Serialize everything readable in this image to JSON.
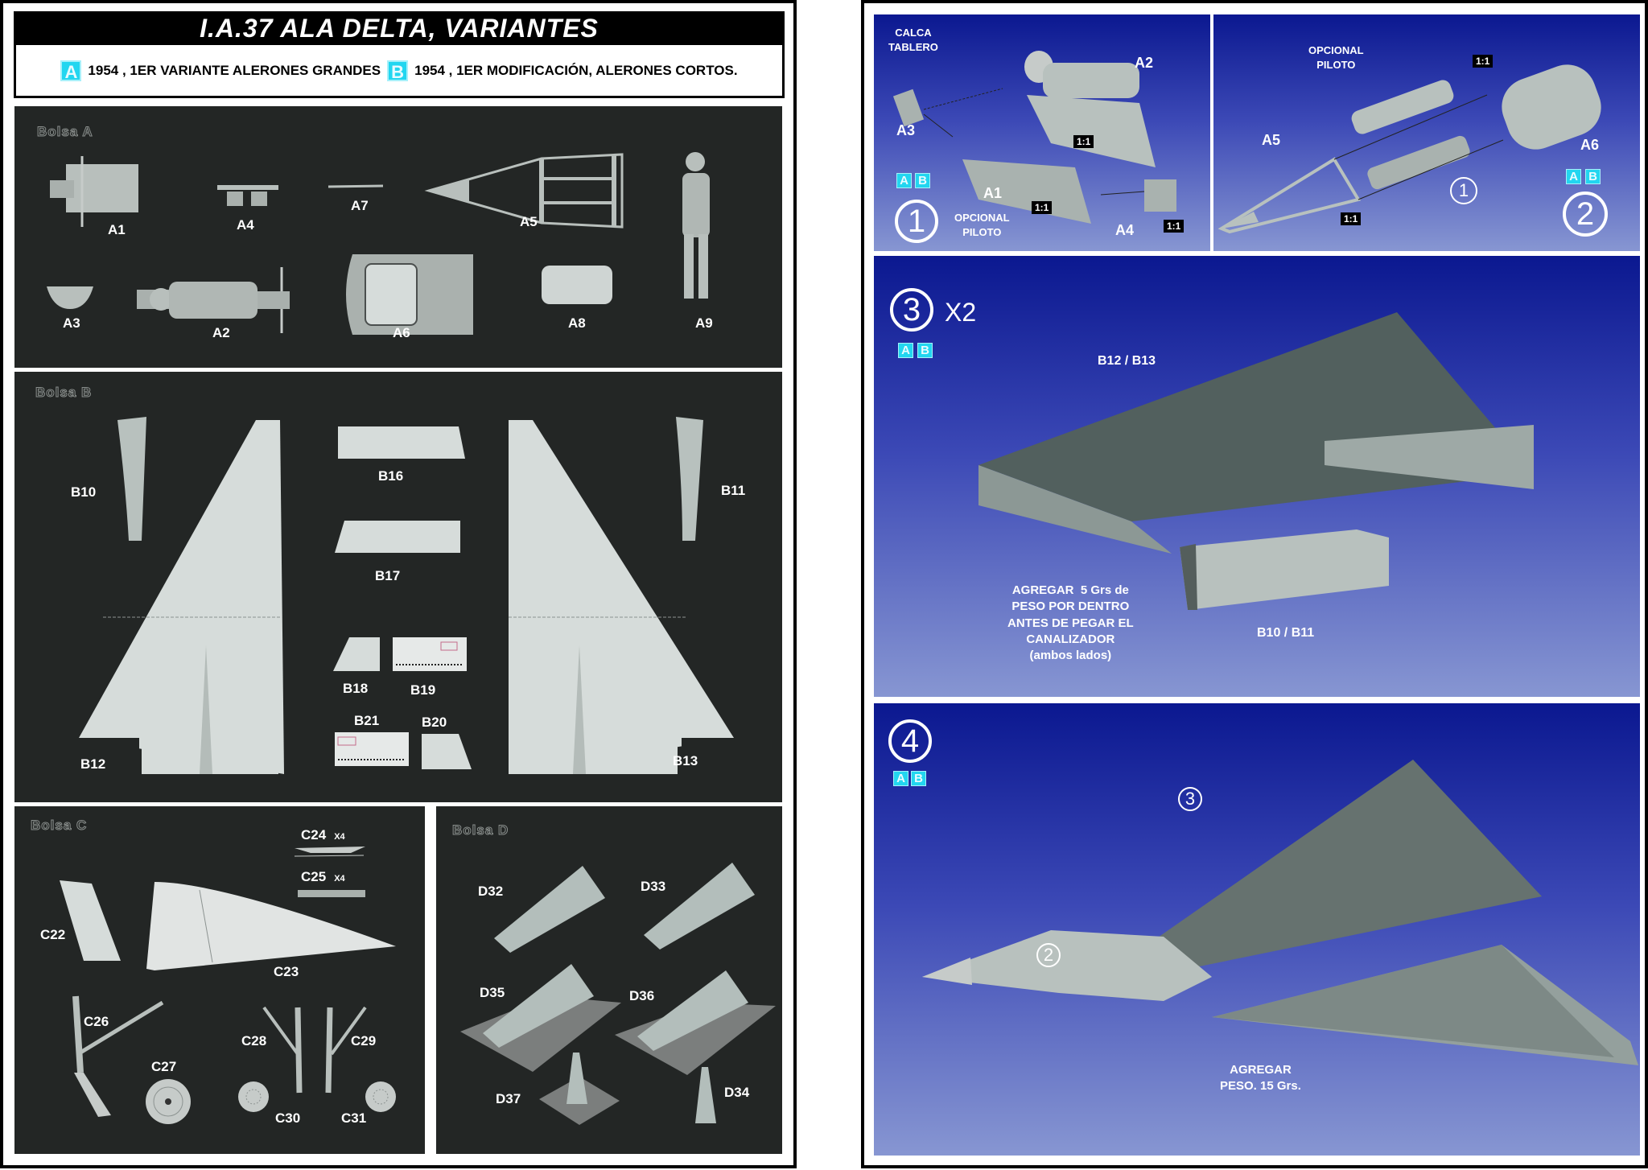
{
  "header": {
    "title": "I.A.37 ALA DELTA, VARIANTES",
    "variants": [
      {
        "badge": "A",
        "text": "1954 , 1ER VARIANTE ALERONES GRANDES"
      },
      {
        "badge": "B",
        "text": "1954 , 1ER MODIFICACIÓN, ALERONES CORTOS."
      }
    ]
  },
  "bags": {
    "a": {
      "label": "Bolsa  A",
      "parts": [
        "A1",
        "A4",
        "A7",
        "A5",
        "A9",
        "A3",
        "A2",
        "A6",
        "A8"
      ]
    },
    "b": {
      "label": "Bolsa  B",
      "parts": [
        "B10",
        "B16",
        "B11",
        "B17",
        "B18",
        "B19",
        "B21",
        "B20",
        "B12",
        "B13"
      ]
    },
    "c": {
      "label": "Bolsa  C",
      "parts": [
        "C24",
        "C25",
        "C22",
        "C23",
        "C26",
        "C27",
        "C28",
        "C29",
        "C30",
        "C31"
      ],
      "multiplier": "X4"
    },
    "d": {
      "label": "Bolsa  D",
      "parts": [
        "D32",
        "D33",
        "D35",
        "D36",
        "D37",
        "D34"
      ]
    }
  },
  "steps": {
    "s1": {
      "number": "1",
      "decal_label": "CALCA\nTABLERO",
      "optional": "OPCIONAL\nPILOTO",
      "parts": [
        "A2",
        "A3",
        "A1",
        "A4"
      ],
      "scale": "1:1"
    },
    "s2": {
      "number": "2",
      "optional": "OPCIONAL\nPILOTO",
      "parts": [
        "A5",
        "A6"
      ],
      "scale": "1:1",
      "ref": "1"
    },
    "s3": {
      "number": "3",
      "times": "X2",
      "parts": [
        "B12 / B13",
        "B10 / B11"
      ],
      "note": "AGREGAR  5 Grs de\nPESO POR DENTRO\nANTES DE PEGAR EL\nCANALIZADOR\n(ambos lados)"
    },
    "s4": {
      "number": "4",
      "refs": [
        "3",
        "2"
      ],
      "note": "AGREGAR\nPESO. 15 Grs."
    }
  },
  "variant_badges": [
    "A",
    "B"
  ],
  "colors": {
    "badge": "#22d6f0",
    "panel_dark": "#232625",
    "step_blue_top": "#0b1890",
    "step_blue_bottom": "#8796d2"
  }
}
